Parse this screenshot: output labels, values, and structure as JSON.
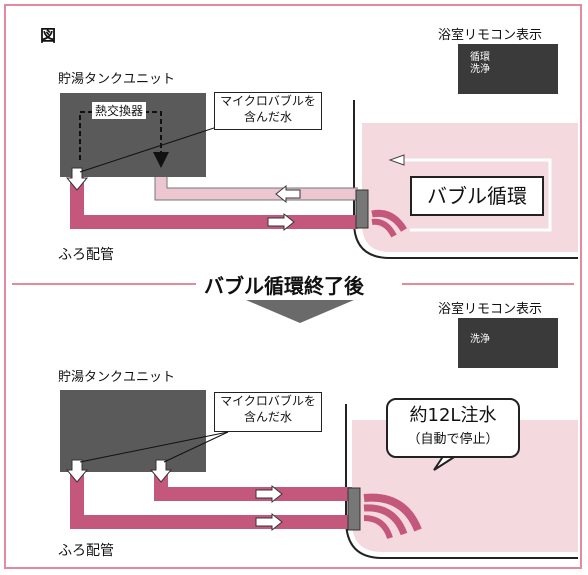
{
  "figure_label": "図",
  "top": {
    "remote_title": "浴室リモコン表示",
    "remote_lines": [
      "循環",
      "洗浄"
    ],
    "tank_title": "貯湯タンクユニット",
    "heat_exchanger": "熱交換器",
    "callout_lines": [
      "マイクロバブルを",
      "含んだ水"
    ],
    "status_box": "バブル循環",
    "pipe_label": "ふろ配管"
  },
  "divider": "バブル循環終了後",
  "bottom": {
    "remote_title": "浴室リモコン表示",
    "remote_lines": [
      "洗浄"
    ],
    "tank_title": "貯湯タンクユニット",
    "callout_lines": [
      "マイクロバブルを",
      "含んだ水"
    ],
    "speech_title": "約12L注水",
    "speech_sub": "（自動で停止）",
    "pipe_label": "ふろ配管"
  },
  "colors": {
    "frame": "#e48aa0",
    "tank": "#5a5a5a",
    "pipe_dark": "#c4577c",
    "pipe_light": "#ecc7d1",
    "bath_water": "#f4d9de",
    "remote_bg": "#3a3a3a",
    "triangle": "#6a6a6a"
  }
}
